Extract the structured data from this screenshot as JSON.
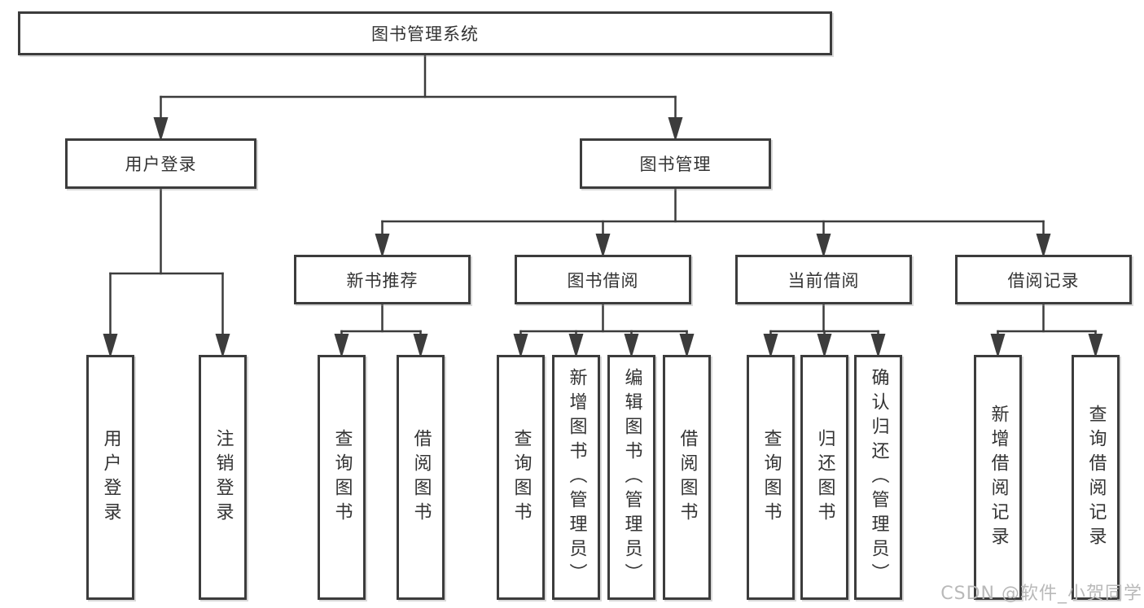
{
  "diagram": {
    "watermark": "CSDN @软件_小贺同学",
    "colors": {
      "line": "#3c3c3c",
      "text": "#333333",
      "box_bg": "#ffffff",
      "watermark": "#b9b9b9"
    },
    "tree": {
      "id": "root",
      "label": "图书管理系统",
      "children": [
        {
          "id": "login",
          "label": "用户登录",
          "children": [
            {
              "id": "login-user",
              "label": "用户登录"
            },
            {
              "id": "login-logout",
              "label": "注销登录"
            }
          ]
        },
        {
          "id": "books",
          "label": "图书管理",
          "children": [
            {
              "id": "recommend",
              "label": "新书推荐",
              "children": [
                {
                  "id": "rec-query",
                  "label": "查询图书"
                },
                {
                  "id": "rec-borrow",
                  "label": "借阅图书"
                }
              ]
            },
            {
              "id": "borrow",
              "label": "图书借阅",
              "children": [
                {
                  "id": "borrow-query",
                  "label": "查询图书"
                },
                {
                  "id": "borrow-add",
                  "label": "新增图书（管理员）"
                },
                {
                  "id": "borrow-edit",
                  "label": "编辑图书（管理员）"
                },
                {
                  "id": "borrow-borrow",
                  "label": "借阅图书"
                }
              ]
            },
            {
              "id": "current",
              "label": "当前借阅",
              "children": [
                {
                  "id": "cur-query",
                  "label": "查询图书"
                },
                {
                  "id": "cur-return",
                  "label": "归还图书"
                },
                {
                  "id": "cur-confirm",
                  "label": "确认归还（管理员）"
                }
              ]
            },
            {
              "id": "records",
              "label": "借阅记录",
              "children": [
                {
                  "id": "records-add",
                  "label": "新增借阅记录"
                },
                {
                  "id": "records-query",
                  "label": "查询借阅记录"
                }
              ]
            }
          ]
        }
      ]
    }
  }
}
